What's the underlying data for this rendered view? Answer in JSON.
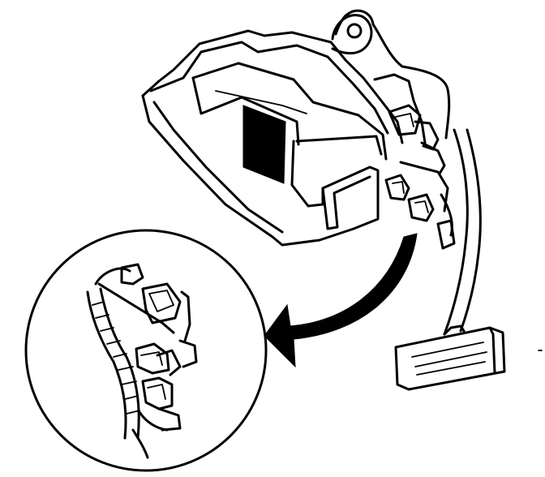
{
  "diagram": {
    "colors": {
      "ink": "#000000",
      "paper": "#ffffff"
    },
    "parts": [
      "fuse-block-housing",
      "mounting-tab-icon",
      "electrical-connector-icon",
      "wiring-harness",
      "pedal-icon",
      "detail-view-magnifier",
      "curved-direction-arrow-icon"
    ]
  }
}
